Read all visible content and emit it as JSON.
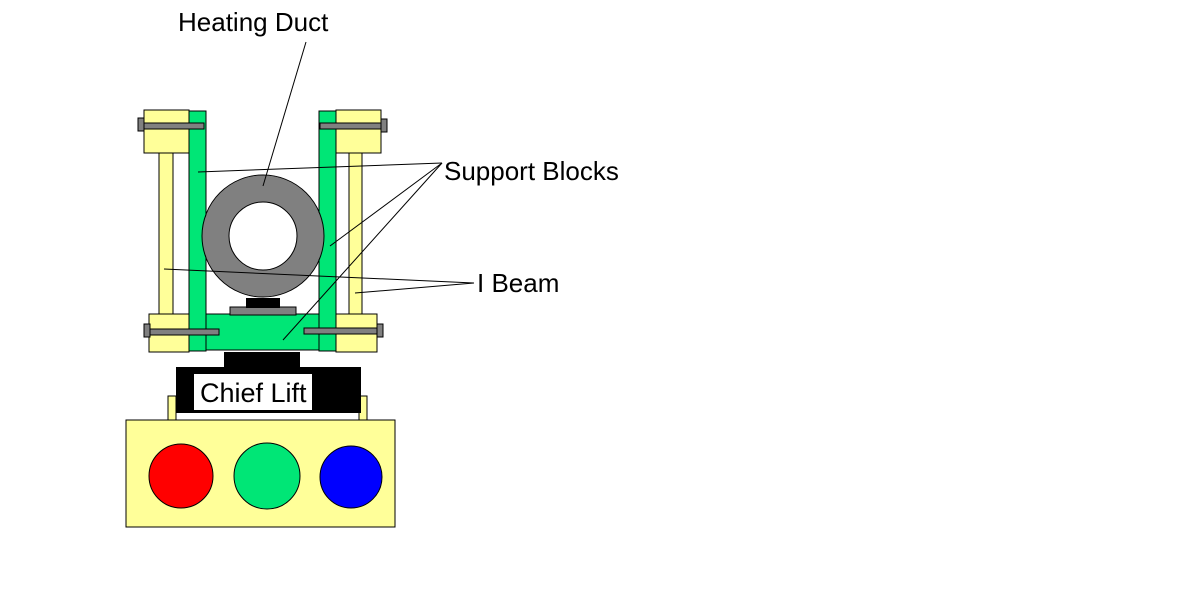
{
  "labels": {
    "heating_duct": "Heating Duct",
    "support_blocks": "Support Blocks",
    "i_beam": "I Beam",
    "chief_lift": "Chief Lift"
  },
  "colors": {
    "support_block": "#00e676",
    "i_beam": "#ffff99",
    "duct": "#808080",
    "bolt": "#808080",
    "lift_body": "#000000",
    "base": "#ffff99",
    "button_left": "#ff0000",
    "button_middle": "#00e676",
    "button_right": "#0000ff"
  }
}
